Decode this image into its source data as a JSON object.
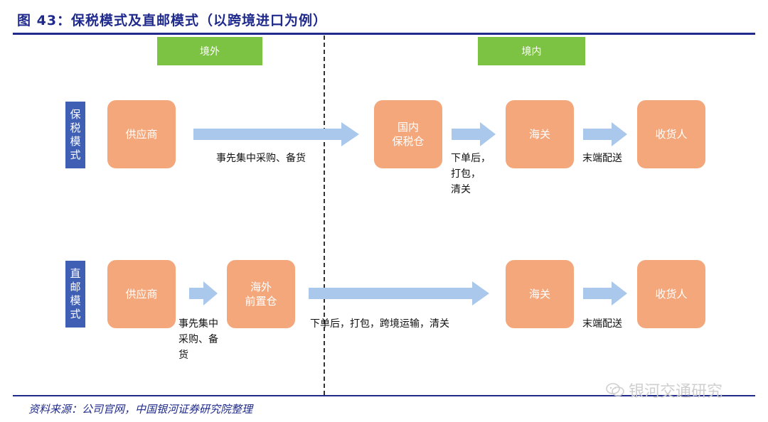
{
  "title": "图 43：保税模式及直邮模式（以跨境进口为例）",
  "regions": {
    "outside": "境外",
    "inside": "境内"
  },
  "modes": {
    "bonded": [
      "保",
      "税",
      "模",
      "式"
    ],
    "direct": [
      "直",
      "邮",
      "模",
      "式"
    ]
  },
  "bonded": {
    "supplier": [
      "供应商"
    ],
    "warehouse": [
      "国内",
      "保税仓"
    ],
    "customs": [
      "海关"
    ],
    "receiver": [
      "收货人"
    ],
    "label1": [
      "事先集中采购、备货"
    ],
    "label2": [
      "下单后，",
      "打包，",
      "清关"
    ],
    "label3": [
      "末端配送"
    ]
  },
  "direct": {
    "supplier": [
      "供应商"
    ],
    "warehouse": [
      "海外",
      "前置仓"
    ],
    "customs": [
      "海关"
    ],
    "receiver": [
      "收货人"
    ],
    "label1": [
      "事先集中",
      "采购、备",
      "货"
    ],
    "label2": [
      "下单后，打包，跨境运输，清关"
    ],
    "label3": [
      "末端配送"
    ]
  },
  "source": "资料来源：公司官网，中国银河证券研究院整理",
  "watermark": "银河交通研究",
  "colors": {
    "accent": "#1f2a8c",
    "green": "#7cc243",
    "node": "#f4a77b",
    "arrow": "#a9c8ec",
    "mode": "#3f5fb5"
  }
}
